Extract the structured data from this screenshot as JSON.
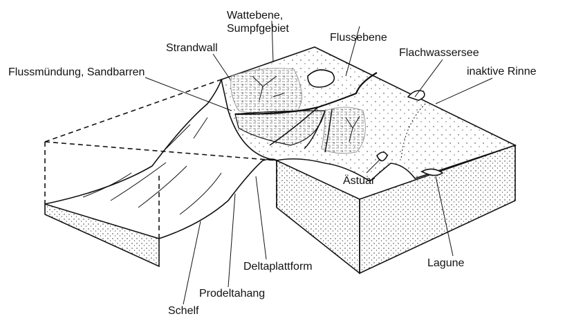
{
  "title": "Delta-Blockdiagramm",
  "labels": {
    "wattebene": "Wattebene,",
    "sumpfgebiet": "Sumpfgebiet",
    "strandwall": "Strandwall",
    "flussebene": "Flussebene",
    "flachwassersee": "Flachwassersee",
    "inaktive_rinne": "inaktive Rinne",
    "flussmuendung": "Flussmündung, Sandbarren",
    "aestuar": "Ästuar",
    "lagune": "Lagune",
    "deltaplattform": "Deltaplattform",
    "prodeltahang": "Prodeltahang",
    "schelf": "Schelf"
  }
}
